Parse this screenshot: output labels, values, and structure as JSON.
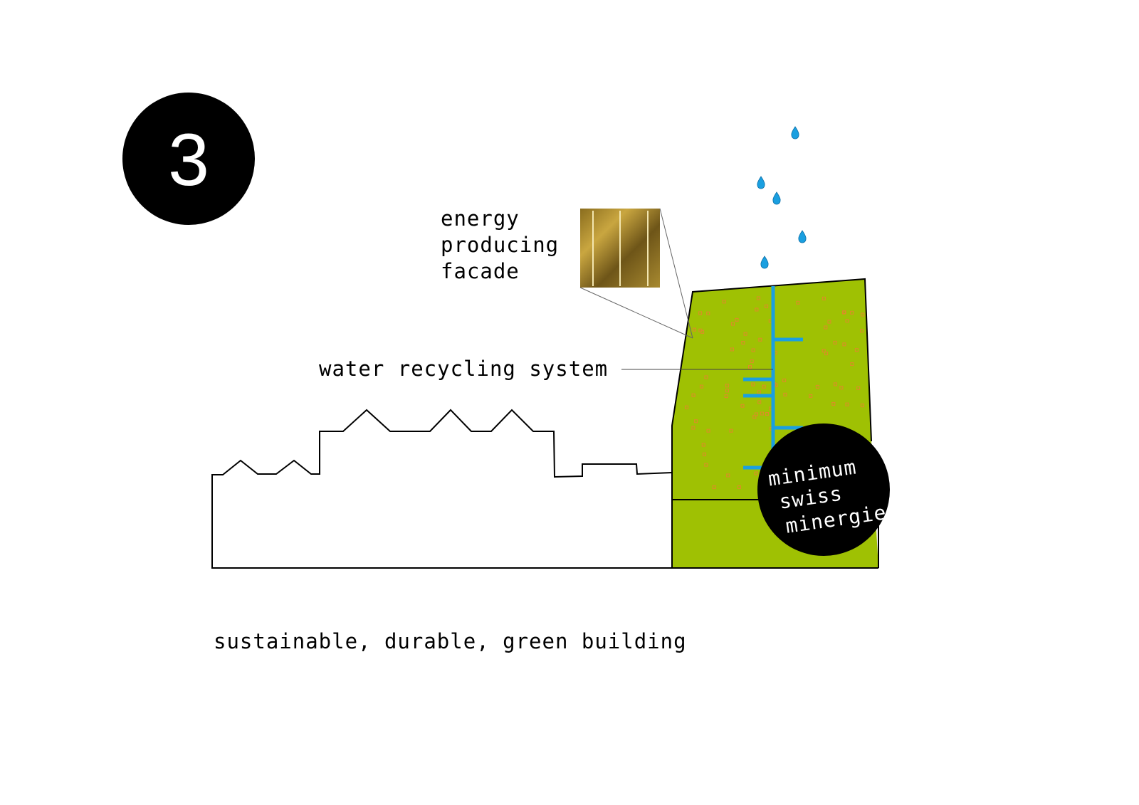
{
  "step_number": "3",
  "labels": {
    "energy": [
      "energy",
      "producing",
      "facade"
    ],
    "water": "water recycling system",
    "badge": [
      "minimum",
      "swiss",
      "minergie"
    ],
    "caption": "sustainable, durable, green building"
  },
  "colors": {
    "green": "#9fc103",
    "pipe": "#1a9fe0",
    "dot": "#e08a2a",
    "black": "#000000"
  }
}
